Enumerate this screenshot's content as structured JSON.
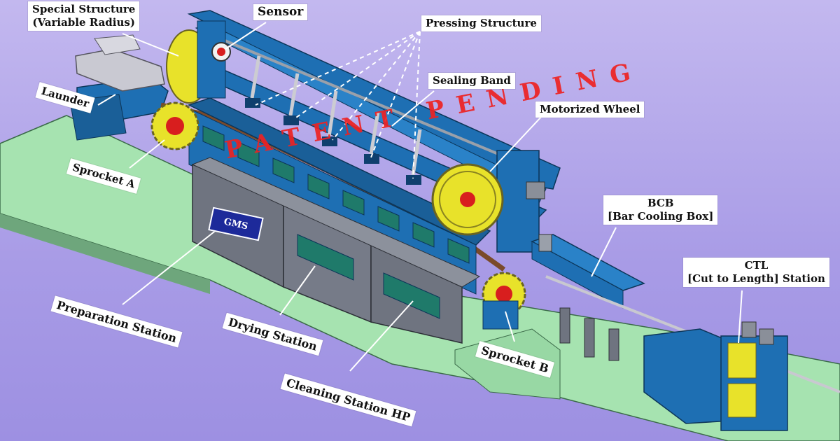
{
  "labels": {
    "special_structure": "Special Structure",
    "special_structure_sub": "(Variable Radius)",
    "sensor": "Sensor",
    "pressing_structure": "Pressing Structure",
    "sealing_band": "Sealing Band",
    "motorized_wheel": "Motorized Wheel",
    "launder": "Launder",
    "sprocket_a": "Sprocket A",
    "bcb": "BCB",
    "bcb_sub": "[Bar Cooling Box]",
    "ctl": "CTL",
    "ctl_sub": "[Cut to Length] Station",
    "preparation_station": "Preparation Station",
    "drying_station": "Drying Station",
    "cleaning_station": "Cleaning Station HP",
    "sprocket_b": "Sprocket B"
  },
  "watermark": "PATENT PENDING",
  "logo": "GMS",
  "colors": {
    "background": "#b6abec",
    "floor": "#a6e3b0",
    "machine_blue": "#1e6fb3",
    "machine_gray": "#6f7480",
    "wheel_yellow": "#e8e22a",
    "hub_red": "#d81e1e",
    "panel_green": "#1f7a6a",
    "watermark_red": "#ee2222"
  }
}
